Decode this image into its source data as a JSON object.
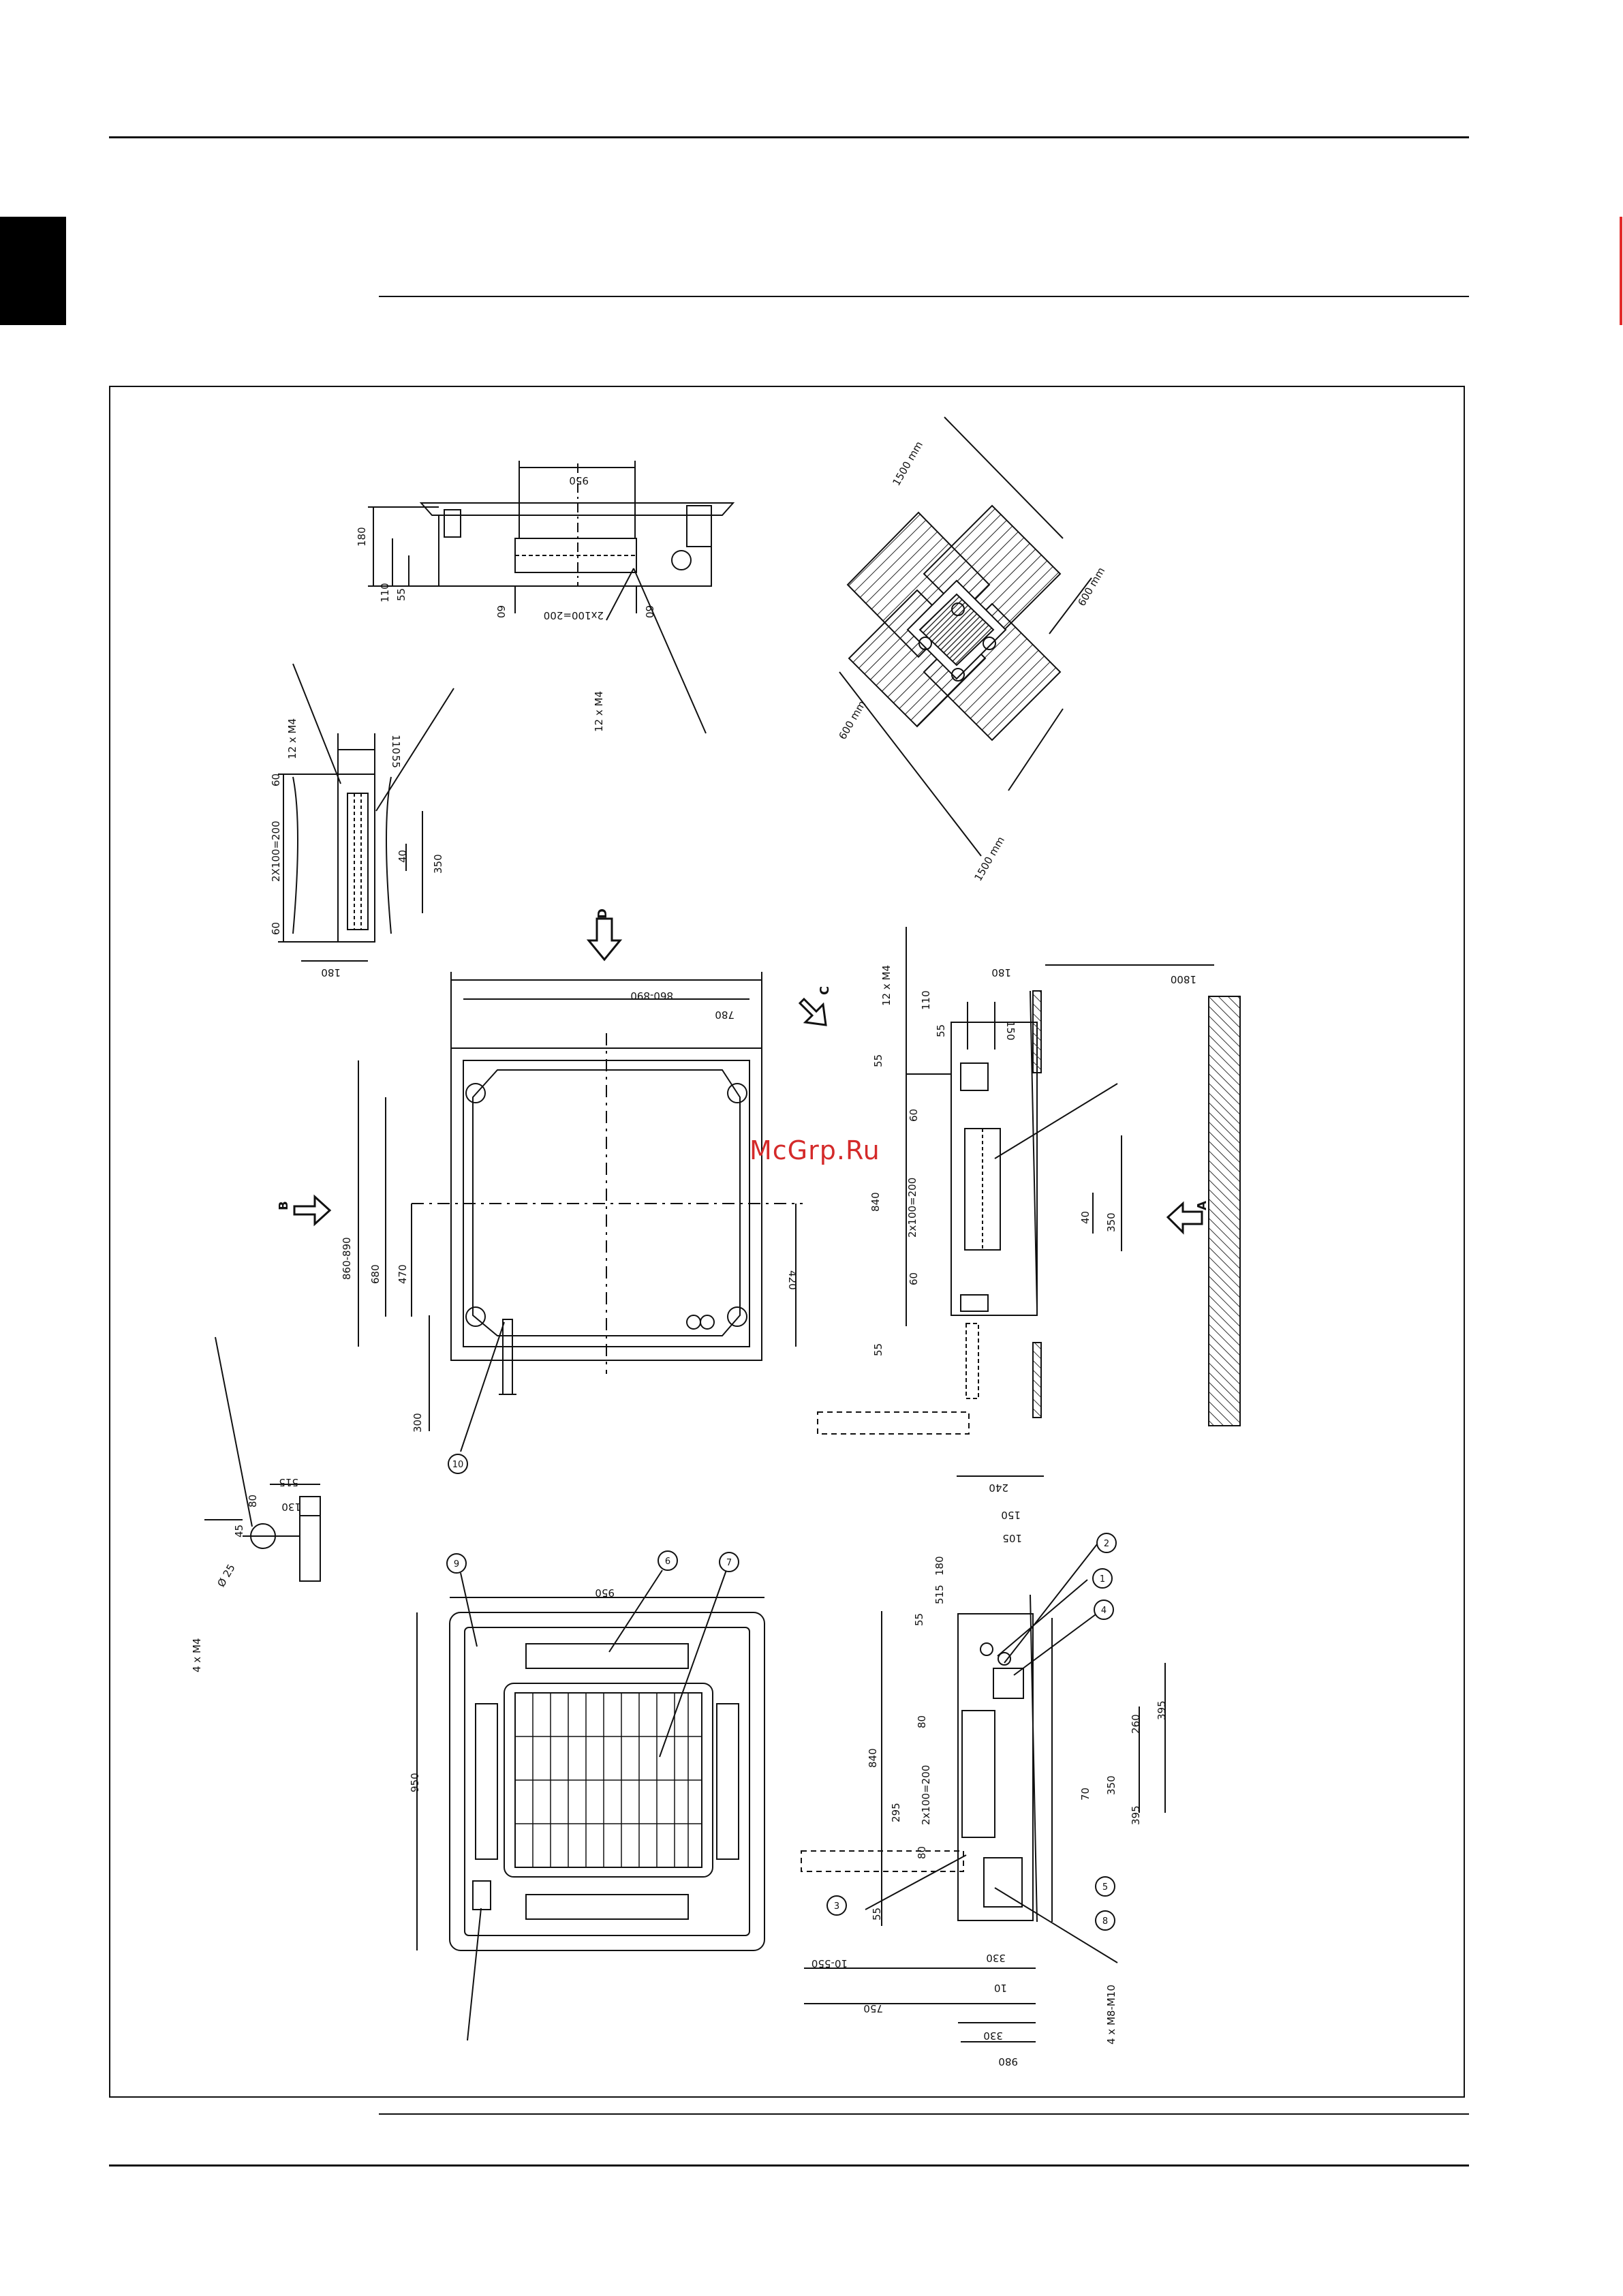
{
  "watermark": "McGrp.Ru",
  "views": {
    "arrow_b": "B",
    "arrow_c": "C",
    "arrow_d": "D",
    "arrow_a": "A"
  },
  "labels": {
    "dims_top": [
      "950",
      "180",
      "110",
      "55",
      "60",
      "2x100=200",
      "60",
      "12 x M4"
    ],
    "dims_left_duct": [
      "12 x M4",
      "110",
      "55",
      "60",
      "2X100=200",
      "60",
      "180",
      "40",
      "350"
    ],
    "dims_diamond": [
      "1500 mm",
      "600 mm",
      "600 mm",
      "1500 mm"
    ],
    "dims_plan": [
      "860-890",
      "780",
      "860-890",
      "680",
      "470",
      "420",
      "300"
    ],
    "dims_side_a": [
      "12 x M4",
      "180",
      "110",
      "55",
      "150",
      "1800",
      "55",
      "60",
      "2x100=200",
      "840",
      "60",
      "55",
      "40",
      "350"
    ],
    "dims_detail": [
      "45",
      "80",
      "515",
      "130",
      "Ø 25",
      "4 x M4"
    ],
    "dims_panel": [
      "950",
      "950"
    ],
    "dims_side_b": [
      "240",
      "150",
      "105",
      "180",
      "515",
      "55",
      "840",
      "80",
      "2x100=200",
      "80",
      "295",
      "55",
      "260",
      "395",
      "70",
      "350",
      "395",
      "10-550",
      "330",
      "10",
      "750",
      "330",
      "980",
      "4 x M8-M10"
    ],
    "markers": [
      "1",
      "2",
      "3",
      "4",
      "5",
      "6",
      "7",
      "8",
      "9",
      "10"
    ]
  }
}
